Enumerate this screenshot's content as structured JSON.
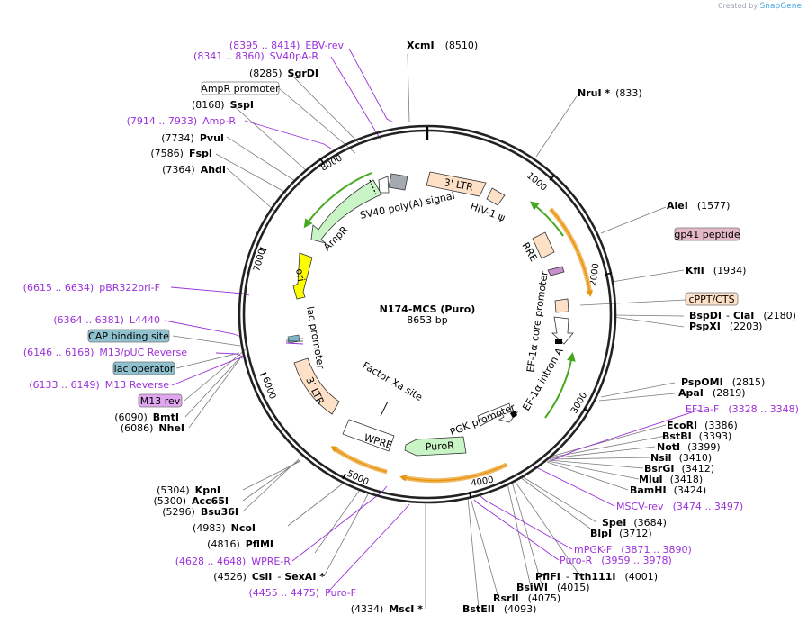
{
  "brand": {
    "prefix": "Created by",
    "name": "SnapGene"
  },
  "plasmid": {
    "name": "N174-MCS (Puro)",
    "length": "8653 bp"
  },
  "ticks": [
    "1000",
    "2000",
    "3000",
    "4000",
    "5000",
    "6000",
    "7000",
    "8000"
  ],
  "features": {
    "ltr3_top": "3' LTR",
    "hiv_psi": "HIV-1 ψ",
    "sv40": "SV40 poly(A) signal",
    "ampr": "AmpR",
    "rre": "RRE",
    "ori": "ori",
    "ef1a_core": "EF-1α core promoter",
    "lac_promoter": "lac promoter",
    "ef1a_intron": "EF-1α intron A",
    "ltr3_left": "3' LTR",
    "factor_xa": "Factor Xa site",
    "pgk": "PGK promoter",
    "wpre": "WPRE",
    "puror": "PuroR"
  },
  "boxes": {
    "ampr_promoter": "AmpR promoter",
    "gp41": "gp41 peptide",
    "cppt": "cPPT/CTS",
    "cap": "CAP binding site",
    "lac_operator": "lac operator",
    "m13_rev": "M13 rev"
  },
  "labels": {
    "ebv_rev": {
      "range": "(8395 .. 8414)",
      "name": "EBV-rev"
    },
    "sv40pa_r": {
      "range": "(8341 .. 8360)",
      "name": "SV40pA-R"
    },
    "sgrdi": {
      "pos": "(8285)",
      "name": "SgrDI"
    },
    "sspi": {
      "pos": "(8168)",
      "name": "SspI"
    },
    "amp_r": {
      "range": "(7914 .. 7933)",
      "name": "Amp-R"
    },
    "pvui": {
      "pos": "(7734)",
      "name": "PvuI"
    },
    "fspi": {
      "pos": "(7586)",
      "name": "FspI"
    },
    "ahdi": {
      "pos": "(7364)",
      "name": "AhdI"
    },
    "xcmi": {
      "name": "XcmI",
      "pos": "(8510)"
    },
    "nrui": {
      "name": "NruI *",
      "pos": "(833)"
    },
    "alei": {
      "name": "AleI",
      "pos": "(1577)"
    },
    "kfli": {
      "name": "KflI",
      "pos": "(1934)"
    },
    "bspdi": {
      "name": "BspDI",
      "sep": "-",
      "name2": "ClaI",
      "pos": "(2180)"
    },
    "pspxi": {
      "name": "PspXI",
      "pos": "(2203)"
    },
    "pbr322": {
      "range": "(6615 .. 6634)",
      "name": "pBR322ori-F"
    },
    "l4440": {
      "range": "(6364 .. 6381)",
      "name": "L4440"
    },
    "m13puc": {
      "range": "(6146 .. 6168)",
      "name": "M13/pUC Reverse"
    },
    "m13rev_primer": {
      "range": "(6133 .. 6149)",
      "name": "M13 Reverse"
    },
    "bmti": {
      "pos": "(6090)",
      "name": "BmtI"
    },
    "nhei": {
      "pos": "(6086)",
      "name": "NheI"
    },
    "pspomi": {
      "name": "PspOMI",
      "pos": "(2815)"
    },
    "apai": {
      "name": "ApaI",
      "pos": "(2819)"
    },
    "ef1a_f": {
      "name": "EF1a-F",
      "range": "(3328 .. 3348)"
    },
    "ecori": {
      "name": "EcoRI",
      "pos": "(3386)"
    },
    "bstbi": {
      "name": "BstBI",
      "pos": "(3393)"
    },
    "noti": {
      "name": "NotI",
      "pos": "(3399)"
    },
    "nsii": {
      "name": "NsiI",
      "pos": "(3410)"
    },
    "bsrgi": {
      "name": "BsrGI",
      "pos": "(3412)"
    },
    "mlui": {
      "name": "MluI",
      "pos": "(3418)"
    },
    "bamhi": {
      "name": "BamHI",
      "pos": "(3424)"
    },
    "mscv_rev": {
      "name": "MSCV-rev",
      "range": "(3474 .. 3497)"
    },
    "spei": {
      "name": "SpeI",
      "pos": "(3684)"
    },
    "blpi": {
      "name": "BlpI",
      "pos": "(3712)"
    },
    "mpgk_f": {
      "name": "mPGK-F",
      "range": "(3871 .. 3890)"
    },
    "puro_r": {
      "name": "Puro-R",
      "range": "(3959 .. 3978)"
    },
    "pflfi": {
      "name": "PflFI",
      "sep": "-",
      "name2": "Tth111I",
      "pos": "(4001)"
    },
    "bsiwi": {
      "name": "BsiWI",
      "pos": "(4015)"
    },
    "rsrii": {
      "name": "RsrII",
      "pos": "(4075)"
    },
    "bsteii": {
      "name": "BstEII",
      "pos": "(4093)"
    },
    "kpni": {
      "pos": "(5304)",
      "name": "KpnI"
    },
    "acc65i": {
      "pos": "(5300)",
      "name": "Acc65I"
    },
    "bsu36i": {
      "pos": "(5296)",
      "name": "Bsu36I"
    },
    "ncoi": {
      "pos": "(4983)",
      "name": "NcoI"
    },
    "pflmi": {
      "pos": "(4816)",
      "name": "PflMI"
    },
    "wpre_r": {
      "range": "(4628 .. 4648)",
      "name": "WPRE-R"
    },
    "csii": {
      "pos": "(4526)",
      "name": "CsiI",
      "sep": "-",
      "name2": "SexAI *"
    },
    "puro_f": {
      "range": "(4455 .. 4475)",
      "name": "Puro-F"
    },
    "msci": {
      "pos": "(4334)",
      "name": "MscI *"
    }
  }
}
